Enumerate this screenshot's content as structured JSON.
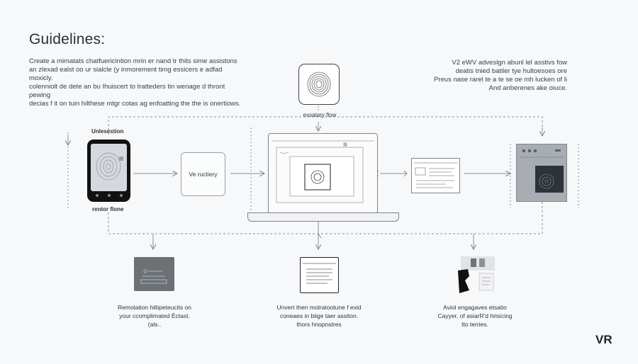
{
  "header": {
    "title": "Guidelines:"
  },
  "intro_left": "Create a mimatats chatfuericintion mrin er nand tr thits sime assistons\nan zlexad ealst oo ur sialcle (y inmorement timg essicers e adfad moxicly.\ncolenniolt de dete an bu Ihuiscert to tratteders tin wenage d thront pewing\ndecias f it on tuin hilthese mtgr cotas ag enfoatting the the is onertiows.",
  "intro_right": "V2 eWV adveslgn abunl lel asstivs fow\ndeatis tnied batiler tye hultoesoes ore\nPreus nase rarel te a te se oe mh lucken of li\nAnd anberenes ake oiuce.",
  "fingerprint_label": "exsatary flow",
  "phone_title": "Unlesestion",
  "phone_subtitle": "rentor flone",
  "ve_label": "Ve ructiery",
  "captions": {
    "left": "Remolation hiltipeteucits on\nyour ccomplimated Éctast.\n(als..",
    "center": "Unvert then motratootune f evid\nconeaes in biige taer assiton.\nthors hnopnstres",
    "right": "Aviol engagaves etsatio\nCayyer, of asiarR'd hrisicing\ntto terries."
  },
  "logo": "VR",
  "colors": {
    "background": "#f7f8f9",
    "line": "#8a9198",
    "dark": "#1f2327"
  }
}
